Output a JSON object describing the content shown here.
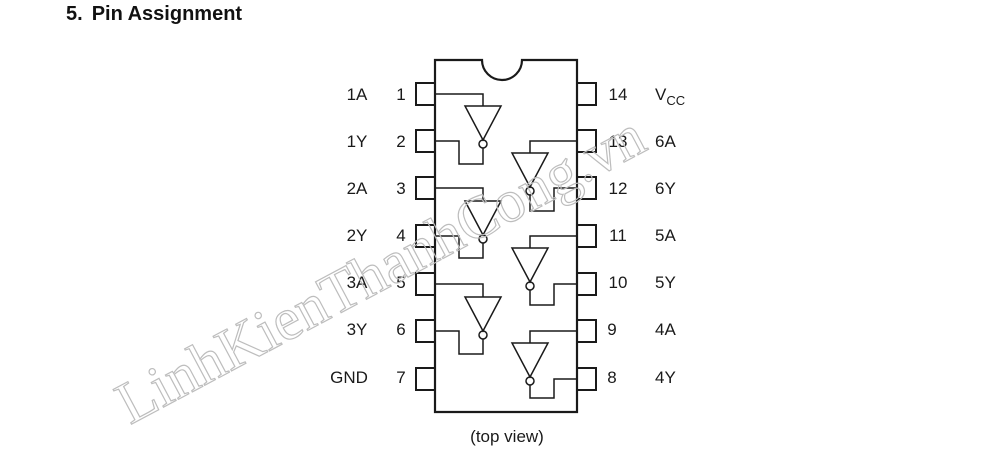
{
  "section": {
    "number": "5.",
    "title": "Pin Assignment"
  },
  "diagram": {
    "caption": "(top view)",
    "left_pins": [
      {
        "number": "1",
        "name": "1A"
      },
      {
        "number": "2",
        "name": "1Y"
      },
      {
        "number": "3",
        "name": "2A"
      },
      {
        "number": "4",
        "name": "2Y"
      },
      {
        "number": "5",
        "name": "3A"
      },
      {
        "number": "6",
        "name": "3Y"
      },
      {
        "number": "7",
        "name": "GND"
      }
    ],
    "right_pins": [
      {
        "number": "14",
        "name": "V",
        "name_sub": "CC"
      },
      {
        "number": "13",
        "name": "6A"
      },
      {
        "number": "12",
        "name": "6Y"
      },
      {
        "number": "11",
        "name": "5A"
      },
      {
        "number": "10",
        "name": "5Y"
      },
      {
        "number": "9",
        "name": "4A"
      },
      {
        "number": "8",
        "name": "4Y"
      }
    ]
  },
  "watermark": {
    "text": "LinhKienThanhCong.vn"
  },
  "colors": {
    "ink": "#1a1a1a",
    "watermark": "#bdbdbd"
  }
}
